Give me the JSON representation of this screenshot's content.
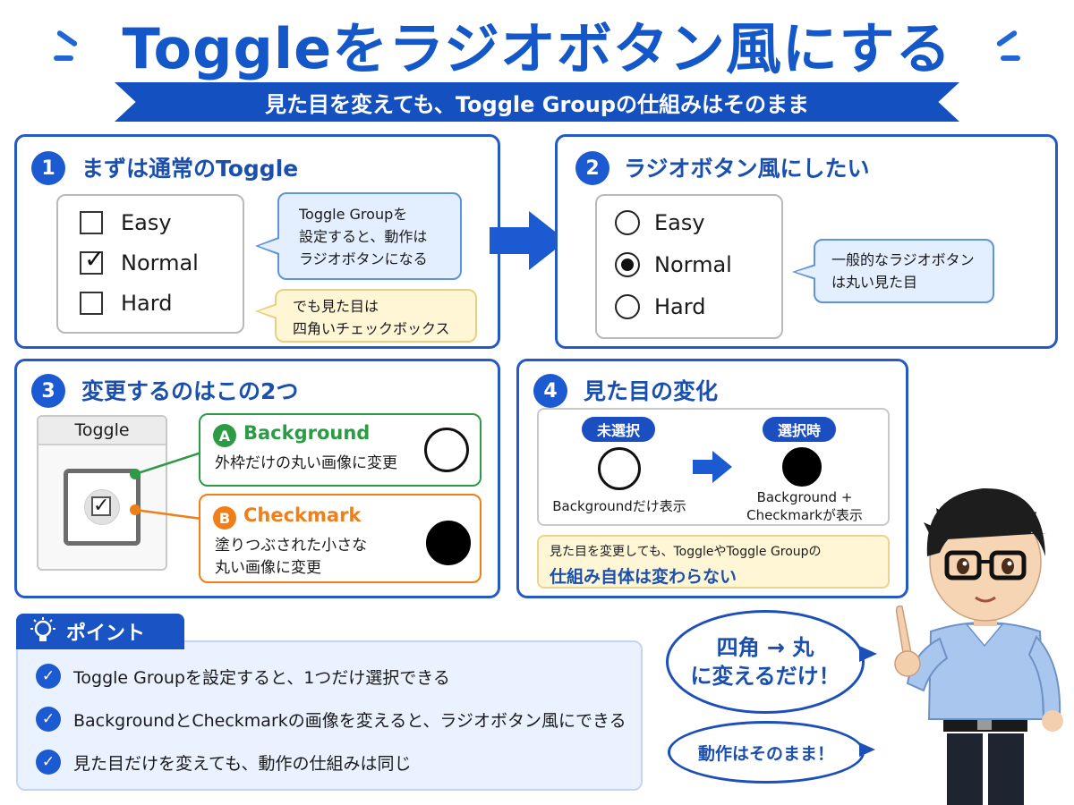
{
  "title": "Toggleをラジオボタン風にする",
  "subtitle": "見た目を変えても、Toggle Groupの仕組みはそのまま",
  "section1": {
    "number": "1",
    "title": "まずは通常のToggle",
    "options": [
      "Easy",
      "Normal",
      "Hard"
    ],
    "checked_mark": "✓",
    "callout_blue": [
      "Toggle Groupを",
      "設定すると、動作は",
      "ラジオボタンになる"
    ],
    "callout_yellow": [
      "でも見た目は",
      "四角いチェックボックス"
    ]
  },
  "section2": {
    "number": "2",
    "title": "ラジオボタン風にしたい",
    "options": [
      "Easy",
      "Normal",
      "Hard"
    ],
    "callout": [
      "一般的なラジオボタン",
      "は丸い見た目"
    ]
  },
  "section3": {
    "number": "3",
    "title": "変更するのはこの2つ",
    "toggle_label": "Toggle",
    "item_a": {
      "badge": "A",
      "title": "Background",
      "desc": [
        "外枠だけの丸い画像に変更"
      ]
    },
    "item_b": {
      "badge": "B",
      "title": "Checkmark",
      "desc": [
        "塗りつぶされた小さな",
        "丸い画像に変更"
      ]
    }
  },
  "section4": {
    "number": "4",
    "title": "見た目の変化",
    "unselected_label": "未選択",
    "selected_label": "選択時",
    "unselected_caption": [
      "Backgroundだけ表示"
    ],
    "selected_caption": [
      "Background +",
      "Checkmarkが表示"
    ],
    "note_line1": "見た目を変更しても、ToggleやToggle Groupの",
    "note_line2": "仕組み自体は変わらない"
  },
  "points": {
    "heading": "ポイント",
    "items": [
      "Toggle Groupを設定すると、1つだけ選択できる",
      "BackgroundとCheckmarkの画像を変えると、ラジオボタン風にできる",
      "見た目だけを変えても、動作の仕組みは同じ"
    ],
    "check_glyph": "✓"
  },
  "speech1": [
    "四角 → 丸",
    "に変えるだけ！"
  ],
  "speech2": "動作はそのまま！",
  "colors": {
    "primary": "#1b5ad0",
    "title_blue": "#1457c8",
    "green": "#2d9b46",
    "orange": "#f07f18",
    "callout_blue_bg": "#e3efff",
    "callout_yellow_bg": "#fff6d6"
  },
  "icons": [
    "lightbulb-icon",
    "check-circle-icon",
    "arrow-right-icon",
    "radio-button-icon",
    "checkbox-icon"
  ]
}
